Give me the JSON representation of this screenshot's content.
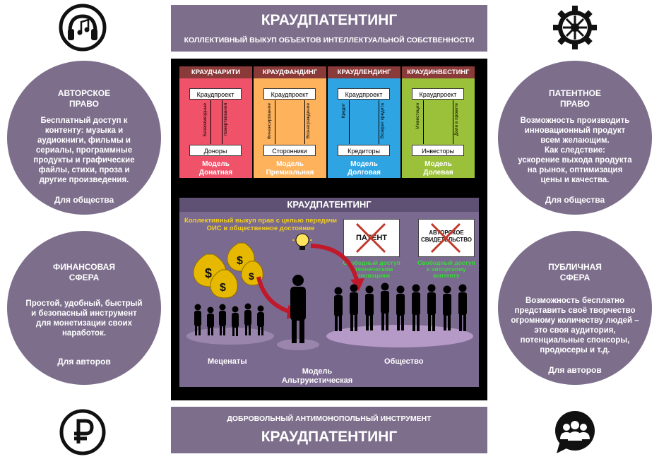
{
  "header": {
    "title": "КРАУДПАТЕНТИНГ",
    "subtitle": "КОЛЛЕКТИВНЫЙ ВЫКУП ОБЪЕКТОВ ИНТЕЛЛЕКТУАЛЬНОЙ СОБСТВЕННОСТИ"
  },
  "footer": {
    "subtitle": "ДОБРОВОЛЬНЫЙ АНТИМОНОПОЛЬНЫЙ ИНСТРУМЕНТ",
    "title": "КРАУДПАТЕНТИНГ"
  },
  "circles": {
    "top_left": {
      "title": "АВТОРСКОЕ\nПРАВО",
      "body": "Бесплатный доступ к\nконтенту: музыка и\nаудиокниги, фильмы и\nсериалы, программные\nпродукты и графические\nфайлы, стихи, проза и\nдругие произведения.",
      "footer": "Для общества"
    },
    "bottom_left": {
      "title": "ФИНАНСОВАЯ\nСФЕРА",
      "body": "Простой, удобный, быстрый\nи безопасный инструмент\nдля монетизации своих\nнаработок.",
      "footer": "Для авторов"
    },
    "top_right": {
      "title": "ПАТЕНТНОЕ\nПРАВО",
      "body": "Возможность производить\nинновационный продукт\nвсем желающим.\nКак следствие:\nускорение выхода продукта\nна рынок, оптимизация\nцены и качества.",
      "footer": "Для общества"
    },
    "bottom_right": {
      "title": "ПУБЛИЧНАЯ\nСФЕРА",
      "body": "Возможность бесплатно\nпредставить своё творчество\nогромному количеству людей –\nэто своя аудитория,\nпотенциальные спонсоры,\nпродюсеры и т.д.",
      "footer": "Для авторов"
    }
  },
  "icons": {
    "top_left": "headphones-music-icon",
    "top_right": "gear-icon",
    "bottom_left": "ruble-coin-icon",
    "bottom_right": "group-chat-icon"
  },
  "models": [
    {
      "header": "КРАУДЧАРИТИ",
      "color": "#f0526a",
      "top_box": "Краудпроект",
      "bottom_box": "Доноры",
      "left_label": "Безвозмездные",
      "right_label": "пожертвования",
      "model": "Модель\nДонатная"
    },
    {
      "header": "КРАУДФАНДИНГ",
      "color": "#ffb25c",
      "top_box": "Краудпроект",
      "bottom_box": "Сторонники",
      "left_label": "Финансирование",
      "right_label": "Вознаграждение",
      "model": "Модель\nПремиальная"
    },
    {
      "header": "КРАУДЛЕНДИНГ",
      "color": "#2fa4e3",
      "top_box": "Краудпроект",
      "bottom_box": "Кредиторы",
      "left_label": "Кредит",
      "right_label": "Возврат кредита",
      "model": "Модель\nДолговая"
    },
    {
      "header": "КРАУДИНВЕСТИНГ",
      "color": "#9bc13a",
      "top_box": "Краудпроект",
      "bottom_box": "Инвесторы",
      "left_label": "Инвестиции",
      "right_label": "Доли в проекте",
      "model": "Модель\nДолевая"
    }
  ],
  "lower_panel": {
    "title": "КРАУДПАТЕНТИНГ",
    "caption": "Коллективный выкуп прав с целью передачи\nОИС в общественное достояние",
    "patent_card": "ПАТЕНТ",
    "copyright_card": "АВТОРСКОЕ\nСВИДЕТЕЛЬСТВО",
    "patent_note": "Свободный доступ\nк техническим\nинновациям",
    "copyright_note": "Свободный доступ\nк авторскому\nконтенту",
    "patrons_label": "Меценаты",
    "society_label": "Общество",
    "model_label": "Модель\nАльтруистическая"
  },
  "colors": {
    "band": "#7d6f8c",
    "panel_bg": "#7b6a8f",
    "header_strip": "#8b3a3a",
    "cross": "#c0392b",
    "green_text": "#39d93a",
    "yellow_text": "#f3d11a",
    "money_bag": "#e6b800"
  }
}
